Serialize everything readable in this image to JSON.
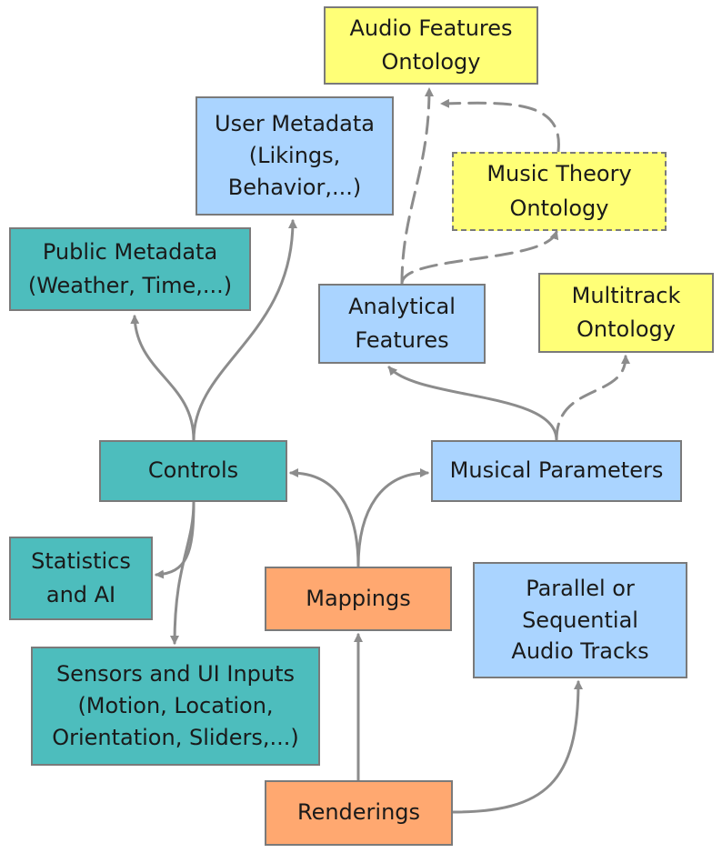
{
  "colors": {
    "ontology": "#ffff77",
    "metadata_blue": "#aad4ff",
    "teal": "#4dbdbd",
    "orange": "#ffa870",
    "border": "#7a7a7a",
    "arrow": "#8c8c8c"
  },
  "nodes": {
    "audio_features_ontology": {
      "lines": [
        "Audio Features",
        "Ontology"
      ]
    },
    "user_metadata": {
      "lines": [
        "User Metadata",
        "(Likings,",
        "Behavior,...)"
      ]
    },
    "music_theory_ontology": {
      "lines": [
        "Music Theory",
        "Ontology"
      ]
    },
    "public_metadata": {
      "lines": [
        "Public Metadata",
        "(Weather, Time,...)"
      ]
    },
    "analytical_features": {
      "lines": [
        "Analytical",
        "Features"
      ]
    },
    "multitrack_ontology": {
      "lines": [
        "Multitrack",
        "Ontology"
      ]
    },
    "controls": {
      "lines": [
        "Controls"
      ]
    },
    "musical_parameters": {
      "lines": [
        "Musical Parameters"
      ]
    },
    "statistics_ai": {
      "lines": [
        "Statistics",
        "and AI"
      ]
    },
    "mappings": {
      "lines": [
        "Mappings"
      ]
    },
    "parallel_tracks": {
      "lines": [
        "Parallel or",
        "Sequential",
        "Audio Tracks"
      ]
    },
    "sensors_ui_inputs": {
      "lines": [
        "Sensors and UI Inputs",
        "(Motion, Location,",
        "Orientation, Sliders,...)"
      ]
    },
    "renderings": {
      "lines": [
        "Renderings"
      ]
    }
  }
}
